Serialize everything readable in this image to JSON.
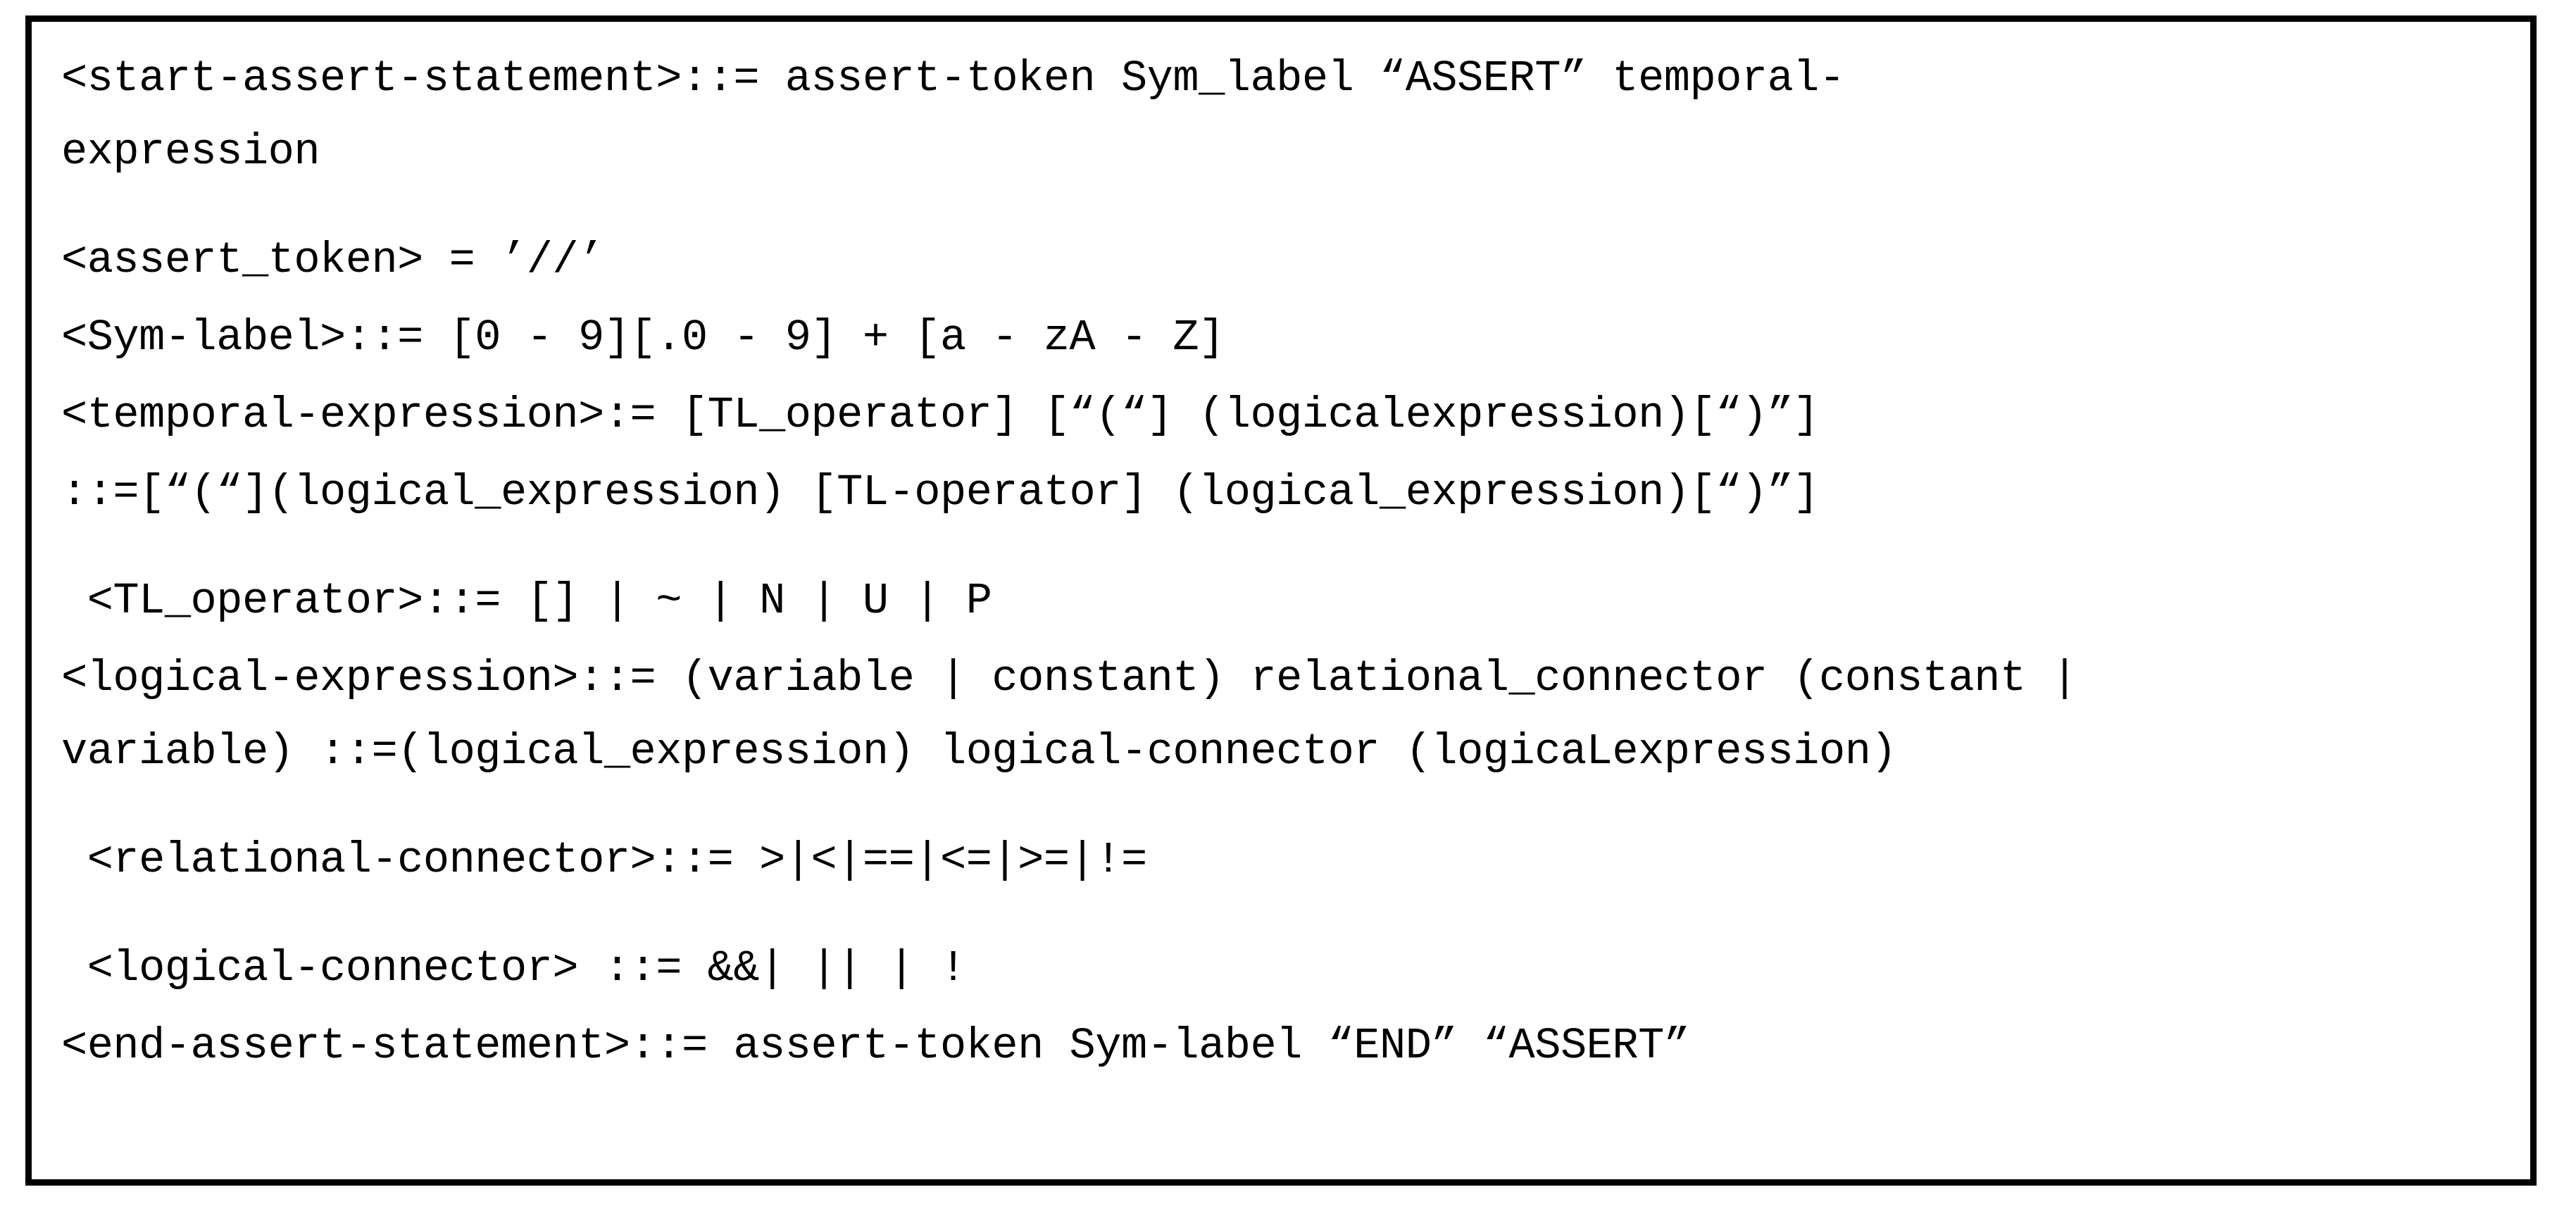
{
  "figure": {
    "kind": "bnf-grammar-listing",
    "border_color": "#000000",
    "background_color": "#ffffff",
    "text_color": "#000000",
    "lines": [
      {
        "id": "start-assert-statement-1",
        "text": "<start-assert-statement>::= assert-token Sym_label “ASSERT” temporal-",
        "spacing": "normal"
      },
      {
        "id": "start-assert-statement-2",
        "text": "expression",
        "spacing": "continuation"
      },
      {
        "id": "assert-token",
        "text": "<assert_token> = ’//’",
        "spacing": "gap"
      },
      {
        "id": "sym-label",
        "text": "<Sym-label>::= [0 - 9][.0 - 9] + [a - zA - Z]",
        "spacing": "normal"
      },
      {
        "id": "temporal-expression-1",
        "text": "<temporal-expression>:= [TL_operator] [“(“] (logicalexpression)[“)”]",
        "spacing": "normal"
      },
      {
        "id": "temporal-expression-2",
        "text": "::=[“(“](logical_expression) [TL-operator] (logical_expression)[“)”]",
        "spacing": "normal"
      },
      {
        "id": "tl-operator",
        "text": " <TL_operator>::= [] | ~ | N | U | P",
        "spacing": "gap"
      },
      {
        "id": "logical-expression-1",
        "text": "<logical-expression>::= (variable | constant) relational_connector (constant |",
        "spacing": "normal"
      },
      {
        "id": "logical-expression-2",
        "text": "variable) ::=(logical_expression) logical-connector (logicaLexpression)",
        "spacing": "continuation"
      },
      {
        "id": "relational-connector",
        "text": " <relational-connector>::= >|<|==|<=|>=|!=",
        "spacing": "gap"
      },
      {
        "id": "logical-connector",
        "text": " <logical-connector> ::= &&| || | !",
        "spacing": "gap"
      },
      {
        "id": "end-assert-statement",
        "text": "<end-assert-statement>::= assert-token Sym-label “END” “ASSERT”",
        "spacing": "normal"
      }
    ]
  }
}
